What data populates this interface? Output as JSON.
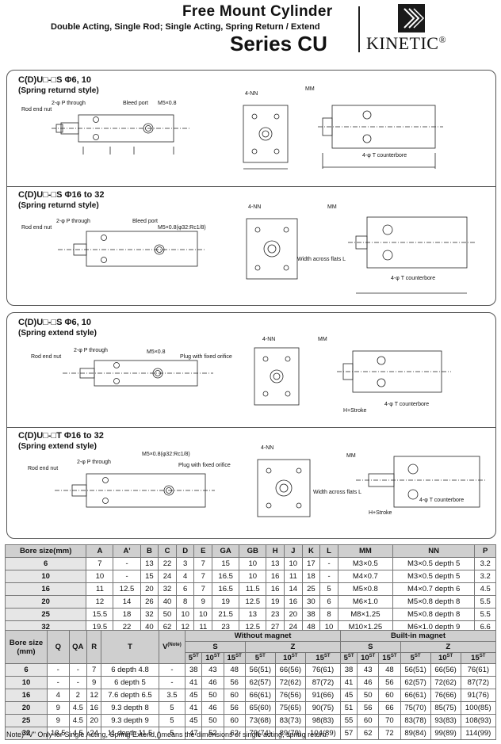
{
  "header": {
    "title": "Free Mount Cylinder",
    "subtitle": "Double Acting, Single Rod; Single Acting, Spring Return / Extend",
    "series": "Series CU",
    "brand": "KINETIC",
    "reg": "®"
  },
  "blocks": [
    {
      "title": "C(D)U□-□S   Φ6, 10",
      "note": "(Spring returnd style)"
    },
    {
      "title": "C(D)U□-□S   Φ16 to 32",
      "note": "(Spring returnd style)"
    },
    {
      "title": "C(D)U□-□S   Φ6, 10",
      "note": "(Spring extend style)"
    },
    {
      "title": "C(D)U□-□T   Φ16 to 32",
      "note": "(Spring extend style)"
    }
  ],
  "labels": {
    "rod_end_nut": "Rod end nut",
    "p_through": "2-φ P through",
    "bleed_port": "Bleed port",
    "m5": "M5×0.8",
    "m5_32": "M5×0.8(φ32:Rc1/8)",
    "plug": "Plug with fixed orifice",
    "nn": "4-NN",
    "mm": "MM",
    "t_counterbore": "4-φ T counterbore",
    "width_flats": "Width across flats L",
    "h_stroke": "H+Stroke"
  },
  "table1": {
    "headers": [
      "Bore size(mm)",
      "A",
      "A'",
      "B",
      "C",
      "D",
      "E",
      "GA",
      "GB",
      "H",
      "J",
      "K",
      "L",
      "MM",
      "NN",
      "P"
    ],
    "rows": [
      [
        "6",
        "7",
        "-",
        "13",
        "22",
        "3",
        "7",
        "15",
        "10",
        "13",
        "10",
        "17",
        "-",
        "M3×0.5",
        "M3×0.5 depth 5",
        "3.2"
      ],
      [
        "10",
        "10",
        "-",
        "15",
        "24",
        "4",
        "7",
        "16.5",
        "10",
        "16",
        "11",
        "18",
        "-",
        "M4×0.7",
        "M3×0.5 depth 5",
        "3.2"
      ],
      [
        "16",
        "11",
        "12.5",
        "20",
        "32",
        "6",
        "7",
        "16.5",
        "11.5",
        "16",
        "14",
        "25",
        "5",
        "M5×0.8",
        "M4×0.7 depth 6",
        "4.5"
      ],
      [
        "20",
        "12",
        "14",
        "26",
        "40",
        "8",
        "9",
        "19",
        "12.5",
        "19",
        "16",
        "30",
        "6",
        "M6×1.0",
        "M5×0.8 depth 8",
        "5.5"
      ],
      [
        "25",
        "15.5",
        "18",
        "32",
        "50",
        "10",
        "10",
        "21.5",
        "13",
        "23",
        "20",
        "38",
        "8",
        "M8×1.25",
        "M5×0.8 depth 8",
        "5.5"
      ],
      [
        "32",
        "19.5",
        "22",
        "40",
        "62",
        "12",
        "11",
        "23",
        "12.5",
        "27",
        "24",
        "48",
        "10",
        "M10×1.25",
        "M6×1.0 depth 9",
        "6.6"
      ]
    ]
  },
  "table2": {
    "head_left": [
      "Bore size\n(mm)",
      "Q",
      "QA",
      "R",
      "T",
      "V"
    ],
    "v_note": "(Note)",
    "without": "Without magnet",
    "builtin": "Built-in magnet",
    "s": "S",
    "z": "Z",
    "strokes": [
      "5",
      "10",
      "15"
    ],
    "st": "ST",
    "rows": [
      [
        "6",
        "-",
        "-",
        "7",
        "6 depth 4.8",
        "-",
        "38",
        "43",
        "48",
        "56(51)",
        "66(56)",
        "76(61)",
        "38",
        "43",
        "48",
        "56(51)",
        "66(56)",
        "76(61)"
      ],
      [
        "10",
        "-",
        "-",
        "9",
        "6 depth 5",
        "-",
        "41",
        "46",
        "56",
        "62(57)",
        "72(62)",
        "87(72)",
        "41",
        "46",
        "56",
        "62(57)",
        "72(62)",
        "87(72)"
      ],
      [
        "16",
        "4",
        "2",
        "12",
        "7.6 depth 6.5",
        "3.5",
        "45",
        "50",
        "60",
        "66(61)",
        "76(56)",
        "91(66)",
        "45",
        "50",
        "60",
        "66(61)",
        "76(66)",
        "91(76)"
      ],
      [
        "20",
        "9",
        "4.5",
        "16",
        "9.3 depth 8",
        "5",
        "41",
        "46",
        "56",
        "65(60)",
        "75(65)",
        "90(75)",
        "51",
        "56",
        "66",
        "75(70)",
        "85(75)",
        "100(85)"
      ],
      [
        "25",
        "9",
        "4.5",
        "20",
        "9.3 depth 9",
        "5",
        "45",
        "50",
        "60",
        "73(68)",
        "83(73)",
        "98(83)",
        "55",
        "60",
        "70",
        "83(78)",
        "93(83)",
        "108(93)"
      ],
      [
        "32",
        "13.5",
        "4.5",
        "24",
        "11 depth 11.5",
        "5",
        "47",
        "52",
        "62",
        "79(74)",
        "89(79)",
        "104(89)",
        "57",
        "62",
        "72",
        "89(84)",
        "99(89)",
        "114(99)"
      ]
    ]
  },
  "note": "Note) \"V\" Only for Single Acting, Spring Extend,()means the dimensions of single acting, spring return."
}
